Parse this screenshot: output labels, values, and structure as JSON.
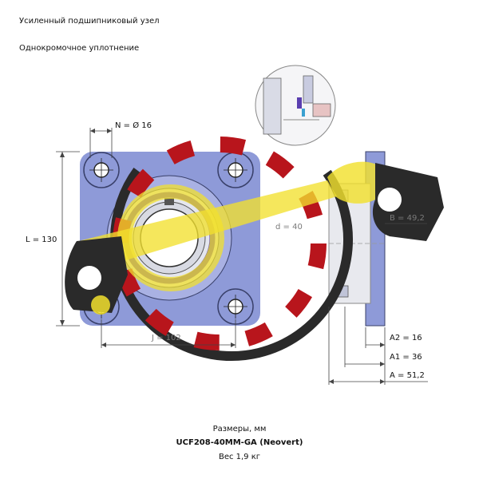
{
  "header": {
    "title": "Усиленный подшипниковый узел",
    "subtitle": "Однокромочное уплотнение"
  },
  "dimensions": {
    "n": "N = Ø 16",
    "l": "L = 130",
    "d": "d = 40",
    "b": "B = 49,2",
    "j": "J = 102",
    "a2": "A2 = 16",
    "a1": "A1 = 36",
    "a": "A = 51,2"
  },
  "footer": {
    "units": "Размеры, мм",
    "model": "UCF208-40MM-GA (Neovert)",
    "weight": "Вес 1,9 кг"
  },
  "colors": {
    "housing": "#8e9ad8",
    "seal_ring": "#5a3eb0",
    "wrench": "#f2e02e",
    "wrench_dark": "#2a2a2a",
    "red_segment": "#b8151c"
  }
}
